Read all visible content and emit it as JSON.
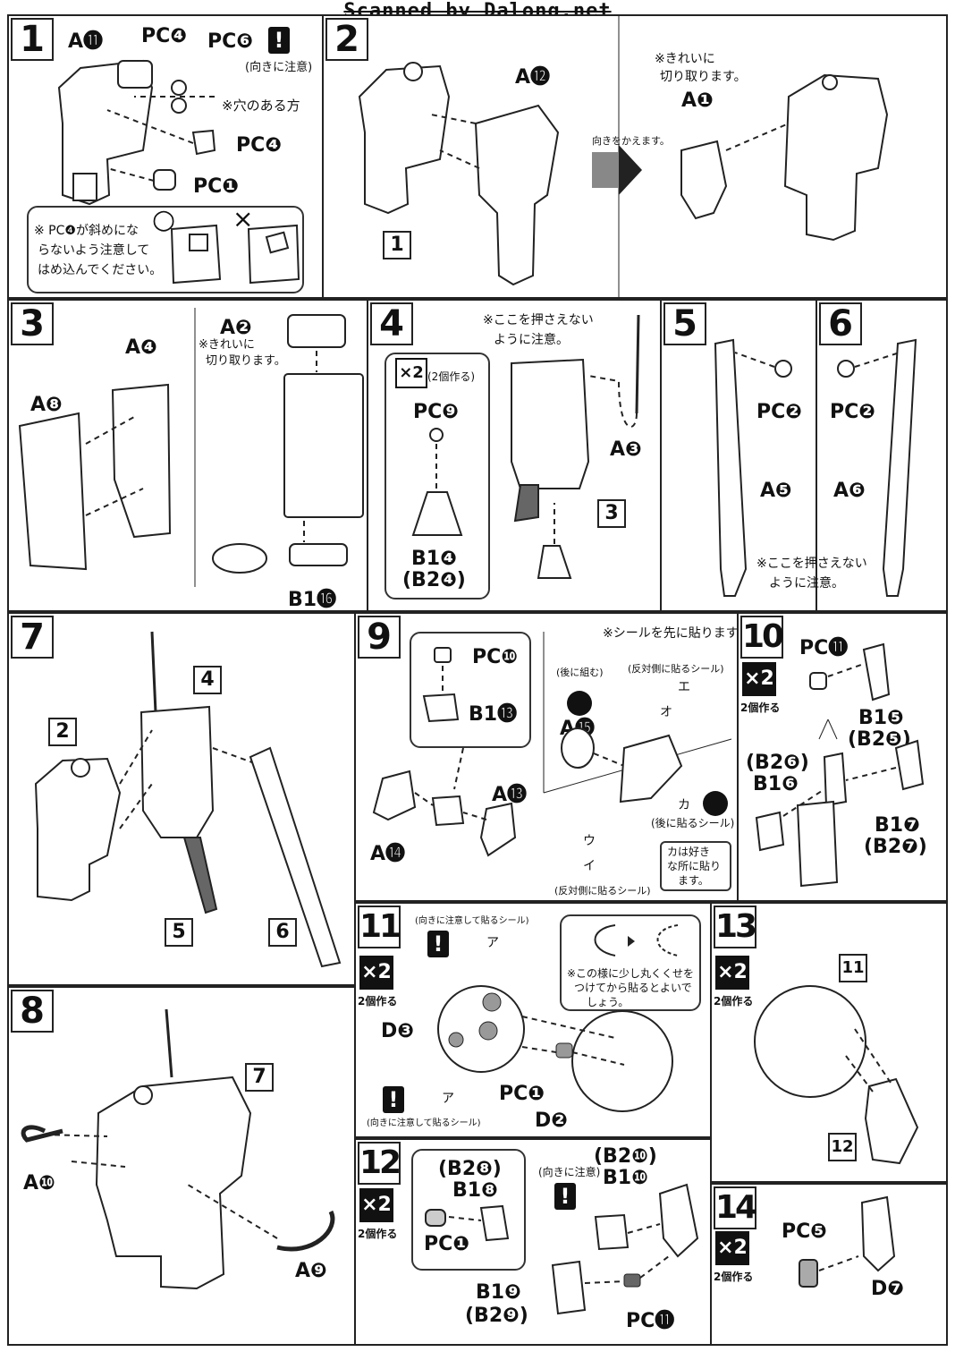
{
  "watermark": "Scanned by Dalong.net",
  "steps": {
    "s1": {
      "num": "1",
      "a11": "A⓫",
      "pc4": "PC❹",
      "pc6": "PC❻",
      "warn_dir": "(向きに注意)",
      "hole": "※穴のある方",
      "pc4b": "PC❹",
      "pc1": "PC❶",
      "tip1": "※ PC❹が斜めにな",
      "tip2": "らないよう注意して",
      "tip3": "はめ込んでください。",
      "ok": "○",
      "ng": "×"
    },
    "s2": {
      "num": "2",
      "a12": "A⓬",
      "box1": "1",
      "turn": "向きをかえます。",
      "cut1": "※きれいに",
      "cut2": "切り取ります。",
      "a1": "A❶"
    },
    "s3": {
      "num": "3",
      "a4": "A❹",
      "a8": "A❽",
      "a2": "A❷",
      "cut1": "※きれいに",
      "cut2": "切り取ります。",
      "b116": "B1⓰"
    },
    "s4": {
      "num": "4",
      "x2": "×2",
      "x2cap": "(2個作る)",
      "pc9": "PC❾",
      "b14": "B1❹",
      "b24": "(B2❹)",
      "warn1": "※ここを押さえない",
      "warn2": "ように注意。",
      "a3": "A❸",
      "box3": "3"
    },
    "s5": {
      "num": "5",
      "pc2": "PC❷",
      "a5": "A❺",
      "warn1": "※ここを押さえない",
      "warn2": "ように注意。"
    },
    "s6": {
      "num": "6",
      "pc2": "PC❷",
      "a6": "A❻"
    },
    "s7": {
      "num": "7",
      "b2": "2",
      "b4": "4",
      "b5": "5",
      "b6": "6"
    },
    "s8": {
      "num": "8",
      "b7": "7",
      "a10": "A❿",
      "a9": "A❾"
    },
    "s9": {
      "num": "9",
      "sticker_first": "※シールを先に貼ります。",
      "pc10": "PC❿",
      "b113": "B1⓭",
      "after": "(後に組む)",
      "a15": "A⓯",
      "opp1": "(反対側に貼るシール)",
      "e": "エ",
      "o": "オ",
      "a13": "A⓭",
      "a14": "A⓮",
      "ka": "カ",
      "after2": "(後に貼るシール)",
      "u": "ウ",
      "i": "イ",
      "opp2": "(反対側に貼るシール)",
      "ka_note1": "カは好き",
      "ka_note2": "な所に貼り",
      "ka_note3": "ます。"
    },
    "s10": {
      "num": "10",
      "x2": "×2",
      "x2cap": "2個作る",
      "pc11": "PC⓫",
      "b15": "B1❺",
      "b25": "(B2❺)",
      "b26": "(B2❻)",
      "b16": "B1❻",
      "b17": "B1❼",
      "b27": "(B2❼)"
    },
    "s11": {
      "num": "11",
      "x2": "×2",
      "x2cap": "2個作る",
      "dir_sticker": "(向きに注意して貼るシール)",
      "a": "ア",
      "d3": "D❸",
      "pc1": "PC❶",
      "d2": "D❷",
      "dir_sticker2": "(向きに注意して貼るシール)",
      "curl1": "※この様に少し丸くくせを",
      "curl2": "つけてから貼るとよいで",
      "curl3": "しょう。"
    },
    "s12": {
      "num": "12",
      "x2": "×2",
      "x2cap": "2個作る",
      "b28": "(B2❽)",
      "b18": "B1❽",
      "pc1": "PC❶",
      "dir": "(向きに注意)",
      "b210": "(B2❿)",
      "b110": "B1❿",
      "b19": "B1❾",
      "b29": "(B2❾)",
      "pc11": "PC⓫"
    },
    "s13": {
      "num": "13",
      "x2": "×2",
      "x2cap": "2個作る",
      "b11": "11",
      "b12": "12"
    },
    "s14": {
      "num": "14",
      "x2": "×2",
      "x2cap": "2個作る",
      "pc5": "PC❺",
      "d7": "D❼"
    }
  },
  "icons": {
    "warn": "!",
    "arrow": "arrow-right-icon"
  }
}
